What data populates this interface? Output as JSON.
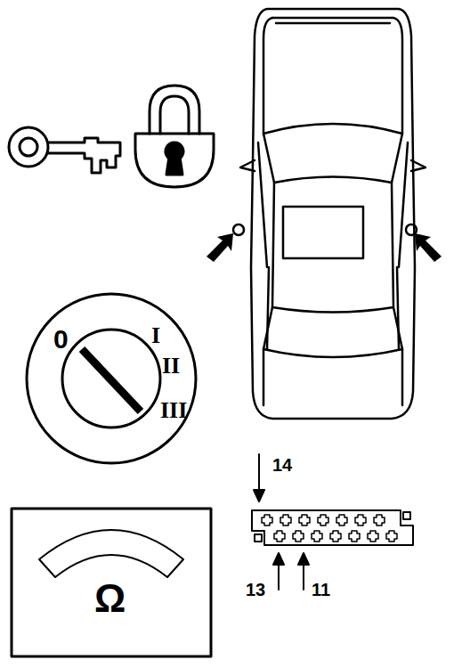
{
  "diagram": {
    "labels": [
      "0",
      "I",
      "II",
      "III",
      "Ω",
      "14",
      "13",
      "11"
    ]
  }
}
